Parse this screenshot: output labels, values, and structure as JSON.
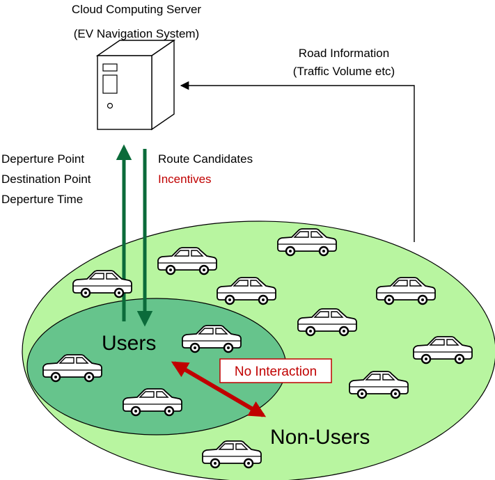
{
  "server": {
    "title": "Cloud Computing Server",
    "subtitle": "(EV Navigation System)",
    "icon": "server-tower-icon"
  },
  "road_info": {
    "line1": "Road Information",
    "line2": "(Traffic Volume etc)"
  },
  "uplink": {
    "items": [
      "Deperture Point",
      "Destination Point",
      "Deperture Time"
    ]
  },
  "downlink": {
    "route": "Route Candidates",
    "incentives": "Incentives"
  },
  "regions": {
    "users": "Users",
    "non_users": "Non-Users"
  },
  "interaction": {
    "label": "No Interaction"
  },
  "colors": {
    "outer_region": "#b8f5a0",
    "inner_region": "#66c48c",
    "uplink_arrow": "#0b6b3a",
    "interaction_arrow": "#c00000",
    "incentive_text": "#c00000"
  },
  "icons": {
    "car": "car-icon"
  }
}
